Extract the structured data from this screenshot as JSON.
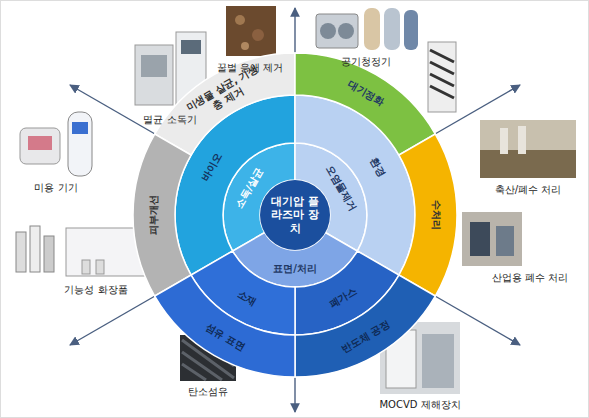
{
  "diagram": {
    "nodes": [
      {
        "text": [
          "대기압 플라즈마 장치"
        ]
      },
      {
        "text": [
          "소독/살균"
        ]
      },
      {
        "text": [
          "오염물제거"
        ]
      },
      {
        "text": [
          "표면/처리"
        ]
      },
      {
        "text": [
          "바이오"
        ]
      },
      {
        "text": [
          "환경"
        ]
      },
      {
        "text": [
          "폐가스"
        ]
      },
      {
        "text": [
          "소재"
        ]
      },
      {
        "text": [
          "미생물 살균, 기생충 제거"
        ]
      },
      {
        "text": [
          "피부개선"
        ]
      },
      {
        "text": [
          "대기정화"
        ]
      },
      {
        "text": [
          "수처리"
        ]
      },
      {
        "text": [
          "반도체 공정"
        ]
      },
      {
        "text": [
          "섬유 표면"
        ]
      }
    ],
    "labels": [
      "멸균 소독기",
      "꿀벌 응애 제거",
      "공기청정기",
      "미용 기기",
      "축산/폐수 처리",
      "기능성 화장품",
      "산업용 폐수 처리",
      "탄소섬유",
      "MOCVD 제해장치"
    ]
  }
}
